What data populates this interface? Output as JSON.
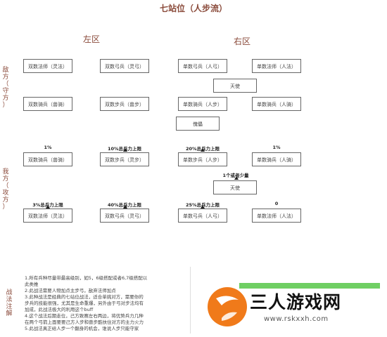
{
  "title": "七站位（人步流）",
  "zones": {
    "left": "左区",
    "right": "右区"
  },
  "side": {
    "enemy": [
      "敌",
      "方",
      "（",
      "守",
      "方",
      "）"
    ],
    "ally": [
      "我",
      "方",
      "（",
      "攻",
      "方",
      "）"
    ],
    "notes": [
      "战",
      "法",
      "注",
      "解"
    ]
  },
  "enemy_rows": {
    "row1": [
      "双数法师（灵法）",
      "双数弓兵（灵弓）",
      "单数弓兵（人弓）",
      "单数法师（人法）"
    ],
    "mid1": "天使",
    "row2": [
      "双数骑兵（兽骑）",
      "双数步兵（兽步）",
      "单数骑兵（人步）",
      "单数骑兵（人骑）"
    ],
    "mid2": "傀儡"
  },
  "ally_rows": {
    "row1_pct": [
      "1%",
      "10%总兵力上限",
      "20%总兵力上限",
      "1%"
    ],
    "row1": [
      "双数骑兵（兽骑）",
      "双数步兵（灵步）",
      "单数步兵（人步）",
      "单数骑兵（人骑）"
    ],
    "mid_pct": "1个或者少量",
    "mid": "天使",
    "row2_pct": [
      "3%总兵力上限",
      "40%总兵力上限",
      "25%总兵力上限",
      "0"
    ],
    "row2": [
      "双数法师（灵法）",
      "双数弓兵（灵弓）",
      "单数弓兵（人弓）",
      "单数法师（人法）"
    ]
  },
  "notes": [
    "1.所有兵种尽量带最高级别，如5，6级搭配或者6,7级搭配以",
    "此类推",
    "2.此战法需要人物加点主步弓，敌弃法师加点",
    "3.此种战法是经典的七站位战法，适合单挑对方，需要你的",
    "步兵的技能很强，尤其是生命重爆，另外由于弓对步法均有",
    "加成，此战法极大的利用这个buff",
    "4.这个战法后期走位，己方致赛左右两边，将优势兵力几种",
    "在两个弓箭上面要要己方人步和兽步酷扶住对方的主力火力",
    "5.此战法真正给人步一个翻身的机会，谁说人步只能守家"
  ],
  "watermark": {
    "brand": "三人游戏网",
    "url": "www.rskxxh.com",
    "logo_color": "#f07a1a",
    "accent_color": "#3fbf2f"
  }
}
